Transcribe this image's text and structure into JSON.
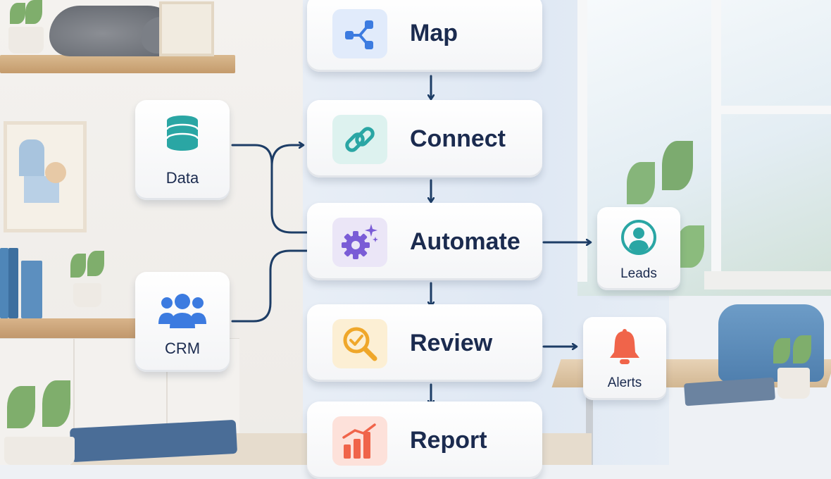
{
  "colors": {
    "accent": "#1d3d66",
    "text": "#1b2b4f",
    "map_icon_bg": "#e1ebfb",
    "connect_icon_bg": "#ddf2ef",
    "automate_icon_bg": "#ebe6f7",
    "review_icon_bg": "#fcefd4",
    "report_icon_bg": "#fde1da"
  },
  "steps": [
    {
      "label": "Map",
      "icon": "share-nodes-icon"
    },
    {
      "label": "Connect",
      "icon": "link-icon"
    },
    {
      "label": "Automate",
      "icon": "gear-sparkle-icon"
    },
    {
      "label": "Review",
      "icon": "magnifier-check-icon"
    },
    {
      "label": "Report",
      "icon": "bar-chart-icon"
    }
  ],
  "inputs": [
    {
      "label": "Data",
      "icon": "database-icon"
    },
    {
      "label": "CRM",
      "icon": "users-icon"
    }
  ],
  "outputs": [
    {
      "label": "Leads",
      "icon": "user-circle-icon"
    },
    {
      "label": "Alerts",
      "icon": "bell-icon"
    }
  ]
}
